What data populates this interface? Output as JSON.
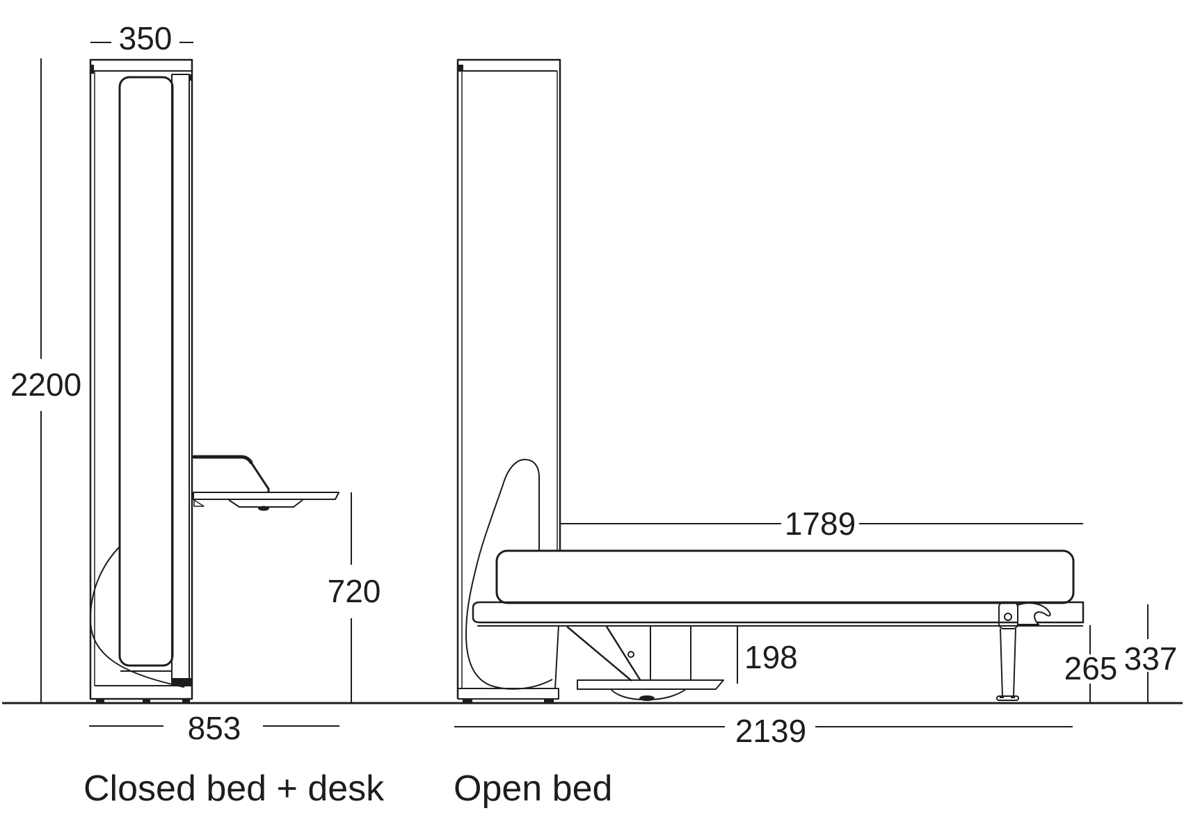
{
  "views": {
    "closed": {
      "caption": "Closed bed + desk",
      "dims": {
        "width": "350",
        "height": "2200",
        "desk_height": "720",
        "depth": "853"
      }
    },
    "open": {
      "caption": "Open bed",
      "dims": {
        "length": "1789",
        "under_clearance": "198",
        "frame_bottom_height": "265",
        "platform_top_height": "337",
        "total_depth": "2139"
      }
    }
  },
  "colors": {
    "line": "#1d1d1b",
    "background": "#ffffff"
  }
}
